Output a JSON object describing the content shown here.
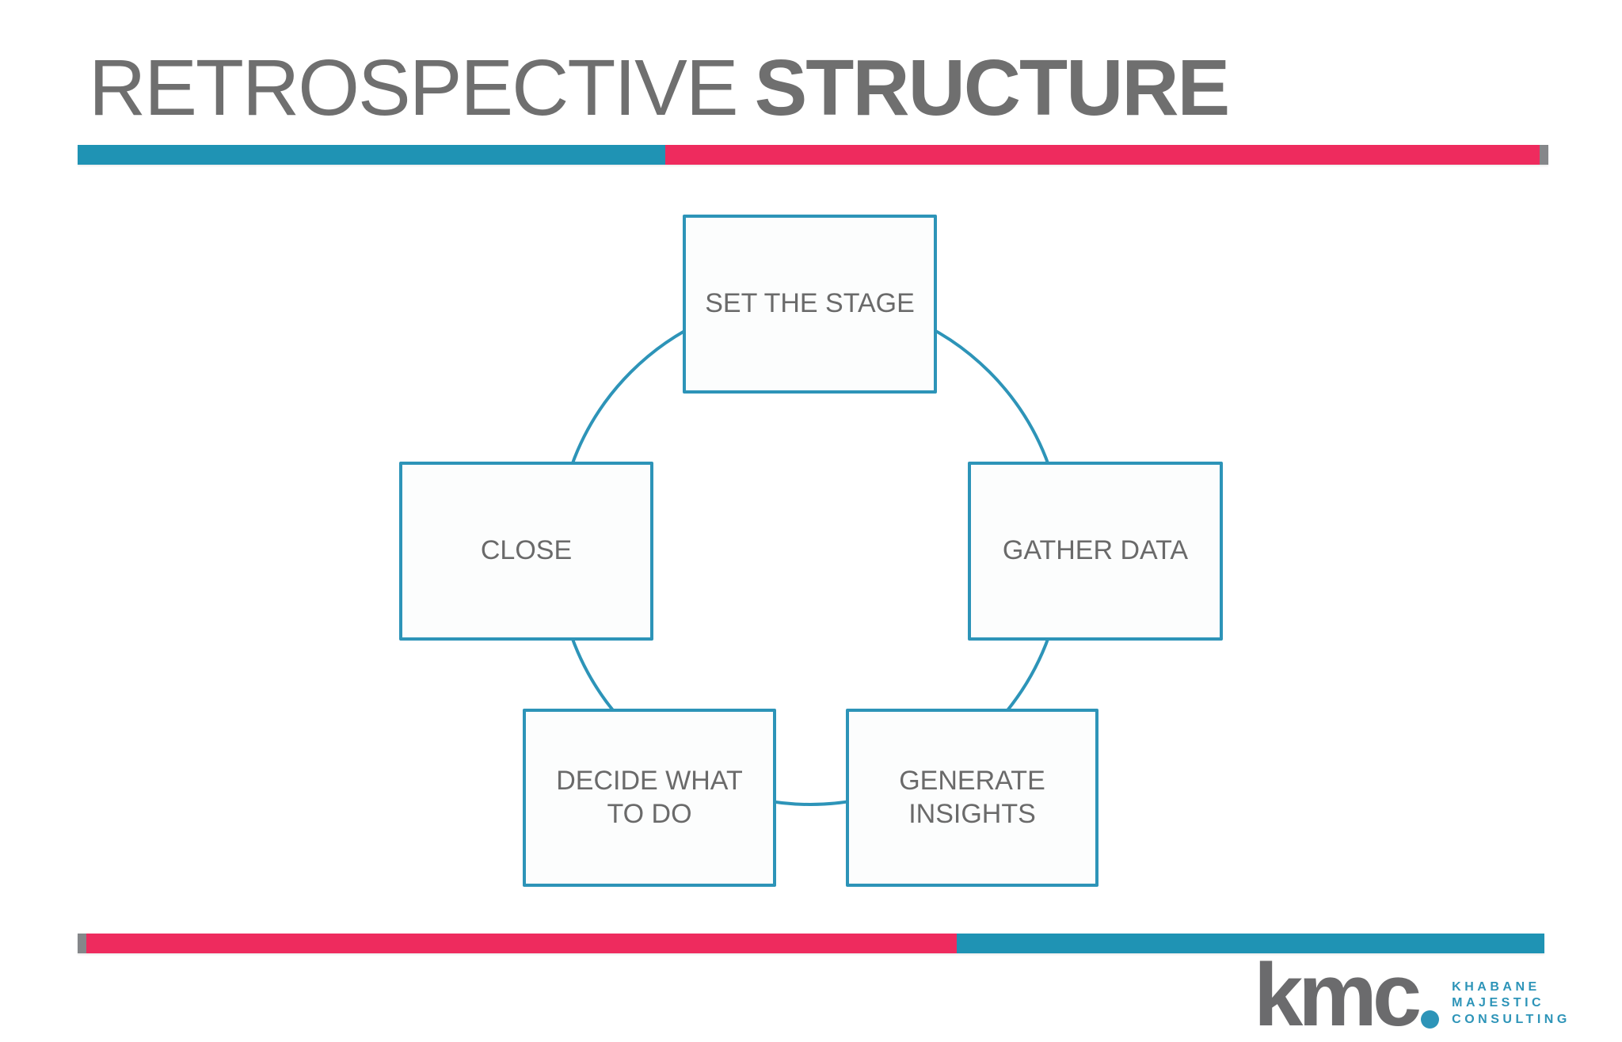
{
  "title": {
    "regular": "RETROSPECTIVE",
    "bold": "STRUCTURE"
  },
  "colors": {
    "teal": "#1f93b4",
    "pink": "#ee2b5e",
    "cap_gray": "#85878a",
    "border_teal": "#2d94b8",
    "title_gray": "#6f6f6f",
    "text_gray": "#6a6a6a",
    "logo_gray": "#6b6b6d"
  },
  "diagram": {
    "nodes": [
      {
        "id": "set-the-stage",
        "label": "SET THE STAGE"
      },
      {
        "id": "gather-data",
        "label": "GATHER DATA"
      },
      {
        "id": "generate-insights",
        "label": "GENERATE INSIGHTS"
      },
      {
        "id": "decide-what-to-do",
        "label": "DECIDE WHAT TO DO"
      },
      {
        "id": "close",
        "label": "CLOSE"
      }
    ]
  },
  "logo": {
    "wordmark": "kmc",
    "company_lines": [
      "KHABANE",
      "MAJESTIC",
      "CONSULTING"
    ]
  }
}
